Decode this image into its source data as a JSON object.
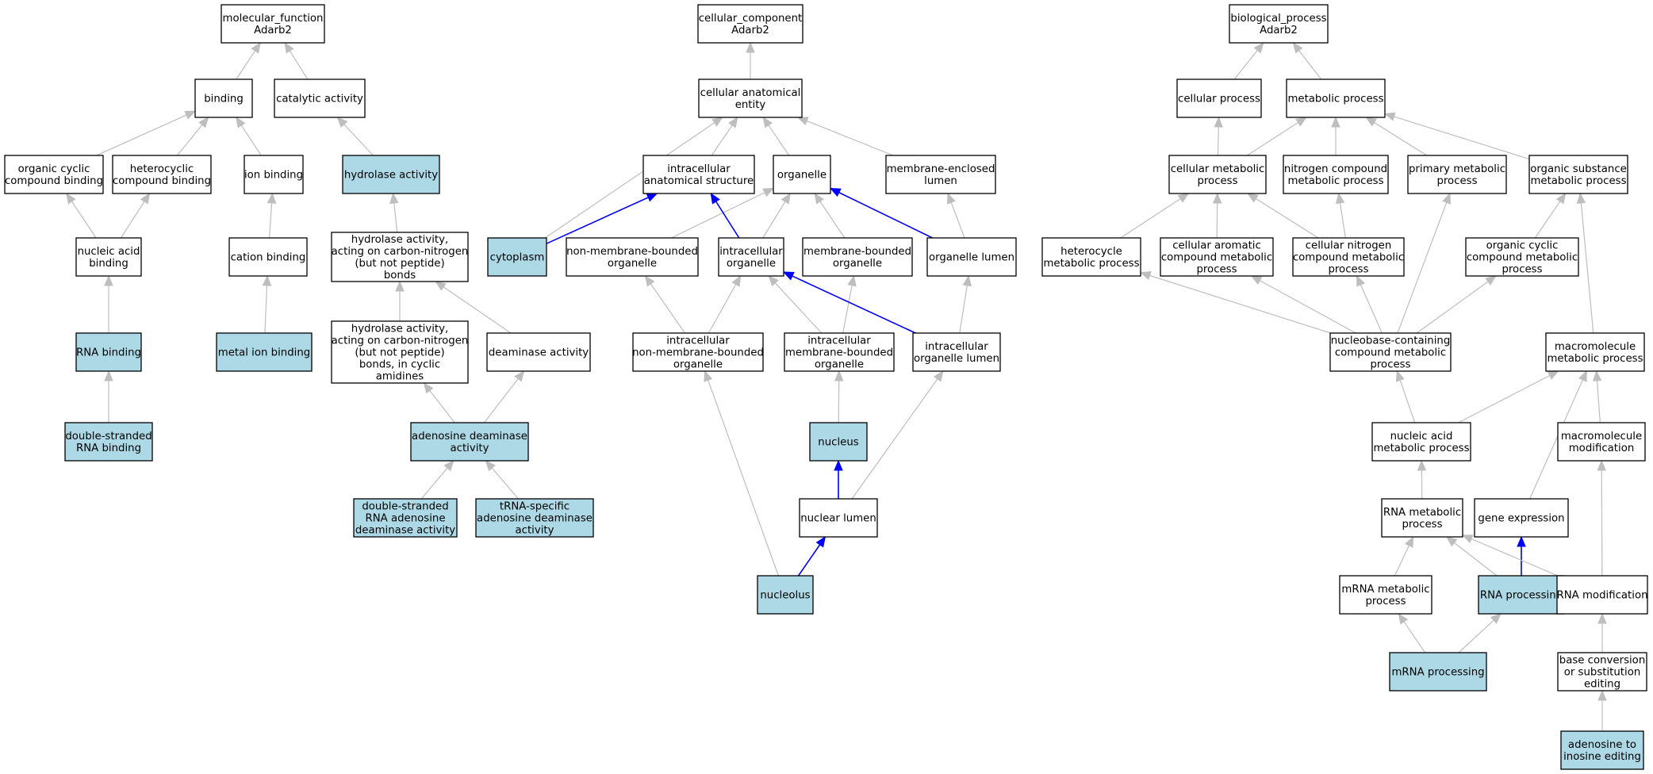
{
  "colors": {
    "node_default": "#ffffff",
    "node_highlight": "#add8e6",
    "edge_default": "#bebebe",
    "edge_highlight": "#0000ff"
  },
  "nodes": [
    {
      "id": "mf_root",
      "lines": [
        "molecular_function",
        "Adarb2"
      ],
      "highlight": false
    },
    {
      "id": "binding",
      "lines": [
        "binding"
      ],
      "highlight": false
    },
    {
      "id": "catalytic",
      "lines": [
        "catalytic activity"
      ],
      "highlight": false
    },
    {
      "id": "org_cyclic_bind",
      "lines": [
        "organic cyclic",
        "compound binding"
      ],
      "highlight": false
    },
    {
      "id": "hetero_bind",
      "lines": [
        "heterocyclic",
        "compound binding"
      ],
      "highlight": false
    },
    {
      "id": "ion_bind",
      "lines": [
        "ion binding"
      ],
      "highlight": false
    },
    {
      "id": "hydrolase",
      "lines": [
        "hydrolase activity"
      ],
      "highlight": true
    },
    {
      "id": "nuc_acid_bind",
      "lines": [
        "nucleic acid",
        "binding"
      ],
      "highlight": false
    },
    {
      "id": "cation_bind",
      "lines": [
        "cation binding"
      ],
      "highlight": false
    },
    {
      "id": "hydrolase_cn",
      "lines": [
        "hydrolase activity,",
        "acting on carbon-nitrogen",
        "(but not peptide)",
        "bonds"
      ],
      "highlight": false
    },
    {
      "id": "rna_bind",
      "lines": [
        "RNA binding"
      ],
      "highlight": true
    },
    {
      "id": "metal_ion_bind",
      "lines": [
        "metal ion binding"
      ],
      "highlight": true
    },
    {
      "id": "hydrolase_cn_cyclic",
      "lines": [
        "hydrolase activity,",
        "acting on carbon-nitrogen",
        "(but not peptide)",
        "bonds, in cyclic",
        "amidines"
      ],
      "highlight": false
    },
    {
      "id": "deaminase",
      "lines": [
        "deaminase activity"
      ],
      "highlight": false
    },
    {
      "id": "ds_rna_bind",
      "lines": [
        "double-stranded",
        "RNA binding"
      ],
      "highlight": true
    },
    {
      "id": "adenosine_deam",
      "lines": [
        "adenosine deaminase",
        "activity"
      ],
      "highlight": true
    },
    {
      "id": "ds_rna_adenosine",
      "lines": [
        "double-stranded",
        "RNA adenosine",
        "deaminase activity"
      ],
      "highlight": true
    },
    {
      "id": "trna_adenosine",
      "lines": [
        "tRNA-specific",
        "adenosine deaminase",
        "activity"
      ],
      "highlight": true
    },
    {
      "id": "cc_root",
      "lines": [
        "cellular_component",
        "Adarb2"
      ],
      "highlight": false
    },
    {
      "id": "cae",
      "lines": [
        "cellular anatomical",
        "entity"
      ],
      "highlight": false
    },
    {
      "id": "intra_struct",
      "lines": [
        "intracellular",
        "anatomical structure"
      ],
      "highlight": false
    },
    {
      "id": "organelle",
      "lines": [
        "organelle"
      ],
      "highlight": false
    },
    {
      "id": "mem_encl_lumen",
      "lines": [
        "membrane-enclosed",
        "lumen"
      ],
      "highlight": false
    },
    {
      "id": "cytoplasm",
      "lines": [
        "cytoplasm"
      ],
      "highlight": true
    },
    {
      "id": "non_mem_org",
      "lines": [
        "non-membrane-bounded",
        "organelle"
      ],
      "highlight": false
    },
    {
      "id": "intra_org",
      "lines": [
        "intracellular",
        "organelle"
      ],
      "highlight": false
    },
    {
      "id": "mem_org",
      "lines": [
        "membrane-bounded",
        "organelle"
      ],
      "highlight": false
    },
    {
      "id": "org_lumen",
      "lines": [
        "organelle lumen"
      ],
      "highlight": false
    },
    {
      "id": "intra_non_mem",
      "lines": [
        "intracellular",
        "non-membrane-bounded",
        "organelle"
      ],
      "highlight": false
    },
    {
      "id": "intra_mem",
      "lines": [
        "intracellular",
        "membrane-bounded",
        "organelle"
      ],
      "highlight": false
    },
    {
      "id": "intra_org_lumen",
      "lines": [
        "intracellular",
        "organelle lumen"
      ],
      "highlight": false
    },
    {
      "id": "nucleus",
      "lines": [
        "nucleus"
      ],
      "highlight": true
    },
    {
      "id": "nuclear_lumen",
      "lines": [
        "nuclear lumen"
      ],
      "highlight": false
    },
    {
      "id": "nucleolus",
      "lines": [
        "nucleolus"
      ],
      "highlight": true
    },
    {
      "id": "bp_root",
      "lines": [
        "biological_process",
        "Adarb2"
      ],
      "highlight": false
    },
    {
      "id": "cell_proc",
      "lines": [
        "cellular process"
      ],
      "highlight": false
    },
    {
      "id": "met_proc",
      "lines": [
        "metabolic process"
      ],
      "highlight": false
    },
    {
      "id": "cell_met",
      "lines": [
        "cellular metabolic",
        "process"
      ],
      "highlight": false
    },
    {
      "id": "nitrogen_met",
      "lines": [
        "nitrogen compound",
        "metabolic process"
      ],
      "highlight": false
    },
    {
      "id": "primary_met",
      "lines": [
        "primary metabolic",
        "process"
      ],
      "highlight": false
    },
    {
      "id": "org_subst_met",
      "lines": [
        "organic substance",
        "metabolic process"
      ],
      "highlight": false
    },
    {
      "id": "hetero_met",
      "lines": [
        "heterocycle",
        "metabolic process"
      ],
      "highlight": false
    },
    {
      "id": "cell_arom_met",
      "lines": [
        "cellular aromatic",
        "compound metabolic",
        "process"
      ],
      "highlight": false
    },
    {
      "id": "cell_nitro_met",
      "lines": [
        "cellular nitrogen",
        "compound metabolic",
        "process"
      ],
      "highlight": false
    },
    {
      "id": "org_cyclic_met",
      "lines": [
        "organic cyclic",
        "compound metabolic",
        "process"
      ],
      "highlight": false
    },
    {
      "id": "nucleobase_met",
      "lines": [
        "nucleobase-containing",
        "compound metabolic",
        "process"
      ],
      "highlight": false
    },
    {
      "id": "macro_met",
      "lines": [
        "macromolecule",
        "metabolic process"
      ],
      "highlight": false
    },
    {
      "id": "nuc_acid_met",
      "lines": [
        "nucleic acid",
        "metabolic process"
      ],
      "highlight": false
    },
    {
      "id": "macro_mod",
      "lines": [
        "macromolecule",
        "modification"
      ],
      "highlight": false
    },
    {
      "id": "rna_met",
      "lines": [
        "RNA metabolic",
        "process"
      ],
      "highlight": false
    },
    {
      "id": "gene_expr",
      "lines": [
        "gene expression"
      ],
      "highlight": false
    },
    {
      "id": "mrna_met",
      "lines": [
        "mRNA metabolic",
        "process"
      ],
      "highlight": false
    },
    {
      "id": "rna_proc",
      "lines": [
        "RNA processing"
      ],
      "highlight": true
    },
    {
      "id": "rna_mod",
      "lines": [
        "RNA modification"
      ],
      "highlight": false
    },
    {
      "id": "mrna_proc",
      "lines": [
        "mRNA processing"
      ],
      "highlight": true
    },
    {
      "id": "base_conv",
      "lines": [
        "base conversion",
        "or substitution",
        "editing"
      ],
      "highlight": false
    },
    {
      "id": "a_to_i",
      "lines": [
        "adenosine to",
        "inosine editing"
      ],
      "highlight": true
    }
  ],
  "edges": [
    {
      "from": "binding",
      "to": "mf_root",
      "highlight": false
    },
    {
      "from": "catalytic",
      "to": "mf_root",
      "highlight": false
    },
    {
      "from": "org_cyclic_bind",
      "to": "binding",
      "highlight": false
    },
    {
      "from": "hetero_bind",
      "to": "binding",
      "highlight": false
    },
    {
      "from": "ion_bind",
      "to": "binding",
      "highlight": false
    },
    {
      "from": "hydrolase",
      "to": "catalytic",
      "highlight": false
    },
    {
      "from": "nuc_acid_bind",
      "to": "org_cyclic_bind",
      "highlight": false
    },
    {
      "from": "nuc_acid_bind",
      "to": "hetero_bind",
      "highlight": false
    },
    {
      "from": "cation_bind",
      "to": "ion_bind",
      "highlight": false
    },
    {
      "from": "hydrolase_cn",
      "to": "hydrolase",
      "highlight": false
    },
    {
      "from": "rna_bind",
      "to": "nuc_acid_bind",
      "highlight": false
    },
    {
      "from": "metal_ion_bind",
      "to": "cation_bind",
      "highlight": false
    },
    {
      "from": "hydrolase_cn_cyclic",
      "to": "hydrolase_cn",
      "highlight": false
    },
    {
      "from": "deaminase",
      "to": "hydrolase_cn",
      "highlight": false
    },
    {
      "from": "ds_rna_bind",
      "to": "rna_bind",
      "highlight": false
    },
    {
      "from": "adenosine_deam",
      "to": "hydrolase_cn_cyclic",
      "highlight": false
    },
    {
      "from": "adenosine_deam",
      "to": "deaminase",
      "highlight": false
    },
    {
      "from": "ds_rna_adenosine",
      "to": "adenosine_deam",
      "highlight": false
    },
    {
      "from": "trna_adenosine",
      "to": "adenosine_deam",
      "highlight": false
    },
    {
      "from": "cae",
      "to": "cc_root",
      "highlight": false
    },
    {
      "from": "intra_struct",
      "to": "cae",
      "highlight": false
    },
    {
      "from": "organelle",
      "to": "cae",
      "highlight": false
    },
    {
      "from": "mem_encl_lumen",
      "to": "cae",
      "highlight": false
    },
    {
      "from": "cytoplasm",
      "to": "cae",
      "highlight": false
    },
    {
      "from": "cytoplasm",
      "to": "intra_struct",
      "highlight": true
    },
    {
      "from": "non_mem_org",
      "to": "organelle",
      "highlight": false
    },
    {
      "from": "intra_org",
      "to": "intra_struct",
      "highlight": true
    },
    {
      "from": "intra_org",
      "to": "organelle",
      "highlight": false
    },
    {
      "from": "mem_org",
      "to": "organelle",
      "highlight": false
    },
    {
      "from": "org_lumen",
      "to": "organelle",
      "highlight": true
    },
    {
      "from": "org_lumen",
      "to": "mem_encl_lumen",
      "highlight": false
    },
    {
      "from": "intra_non_mem",
      "to": "non_mem_org",
      "highlight": false
    },
    {
      "from": "intra_non_mem",
      "to": "intra_org",
      "highlight": false
    },
    {
      "from": "intra_mem",
      "to": "intra_org",
      "highlight": false
    },
    {
      "from": "intra_mem",
      "to": "mem_org",
      "highlight": false
    },
    {
      "from": "intra_org_lumen",
      "to": "intra_org",
      "highlight": true
    },
    {
      "from": "intra_org_lumen",
      "to": "org_lumen",
      "highlight": false
    },
    {
      "from": "nucleus",
      "to": "intra_mem",
      "highlight": false
    },
    {
      "from": "nuclear_lumen",
      "to": "nucleus",
      "highlight": true
    },
    {
      "from": "nuclear_lumen",
      "to": "intra_org_lumen",
      "highlight": false
    },
    {
      "from": "nucleolus",
      "to": "nuclear_lumen",
      "highlight": true
    },
    {
      "from": "nucleolus",
      "to": "intra_non_mem",
      "highlight": false
    },
    {
      "from": "cell_proc",
      "to": "bp_root",
      "highlight": false
    },
    {
      "from": "met_proc",
      "to": "bp_root",
      "highlight": false
    },
    {
      "from": "cell_met",
      "to": "cell_proc",
      "highlight": false
    },
    {
      "from": "cell_met",
      "to": "met_proc",
      "highlight": false
    },
    {
      "from": "nitrogen_met",
      "to": "met_proc",
      "highlight": false
    },
    {
      "from": "primary_met",
      "to": "met_proc",
      "highlight": false
    },
    {
      "from": "org_subst_met",
      "to": "met_proc",
      "highlight": false
    },
    {
      "from": "hetero_met",
      "to": "cell_met",
      "highlight": false
    },
    {
      "from": "cell_arom_met",
      "to": "cell_met",
      "highlight": false
    },
    {
      "from": "cell_nitro_met",
      "to": "cell_met",
      "highlight": false
    },
    {
      "from": "cell_nitro_met",
      "to": "nitrogen_met",
      "highlight": false
    },
    {
      "from": "org_cyclic_met",
      "to": "org_subst_met",
      "highlight": false
    },
    {
      "from": "nucleobase_met",
      "to": "hetero_met",
      "highlight": false
    },
    {
      "from": "nucleobase_met",
      "to": "cell_arom_met",
      "highlight": false
    },
    {
      "from": "nucleobase_met",
      "to": "cell_nitro_met",
      "highlight": false
    },
    {
      "from": "nucleobase_met",
      "to": "primary_met",
      "highlight": false
    },
    {
      "from": "nucleobase_met",
      "to": "org_cyclic_met",
      "highlight": false
    },
    {
      "from": "macro_met",
      "to": "org_subst_met",
      "highlight": false
    },
    {
      "from": "nuc_acid_met",
      "to": "nucleobase_met",
      "highlight": false
    },
    {
      "from": "nuc_acid_met",
      "to": "macro_met",
      "highlight": false
    },
    {
      "from": "macro_mod",
      "to": "macro_met",
      "highlight": false
    },
    {
      "from": "rna_met",
      "to": "nuc_acid_met",
      "highlight": false
    },
    {
      "from": "gene_expr",
      "to": "macro_met",
      "highlight": false
    },
    {
      "from": "mrna_met",
      "to": "rna_met",
      "highlight": false
    },
    {
      "from": "rna_proc",
      "to": "rna_met",
      "highlight": false
    },
    {
      "from": "rna_proc",
      "to": "gene_expr",
      "highlight": true
    },
    {
      "from": "rna_mod",
      "to": "rna_met",
      "highlight": false
    },
    {
      "from": "rna_mod",
      "to": "macro_mod",
      "highlight": false
    },
    {
      "from": "mrna_proc",
      "to": "mrna_met",
      "highlight": false
    },
    {
      "from": "mrna_proc",
      "to": "rna_proc",
      "highlight": false
    },
    {
      "from": "base_conv",
      "to": "rna_mod",
      "highlight": false
    },
    {
      "from": "a_to_i",
      "to": "base_conv",
      "highlight": false
    }
  ]
}
